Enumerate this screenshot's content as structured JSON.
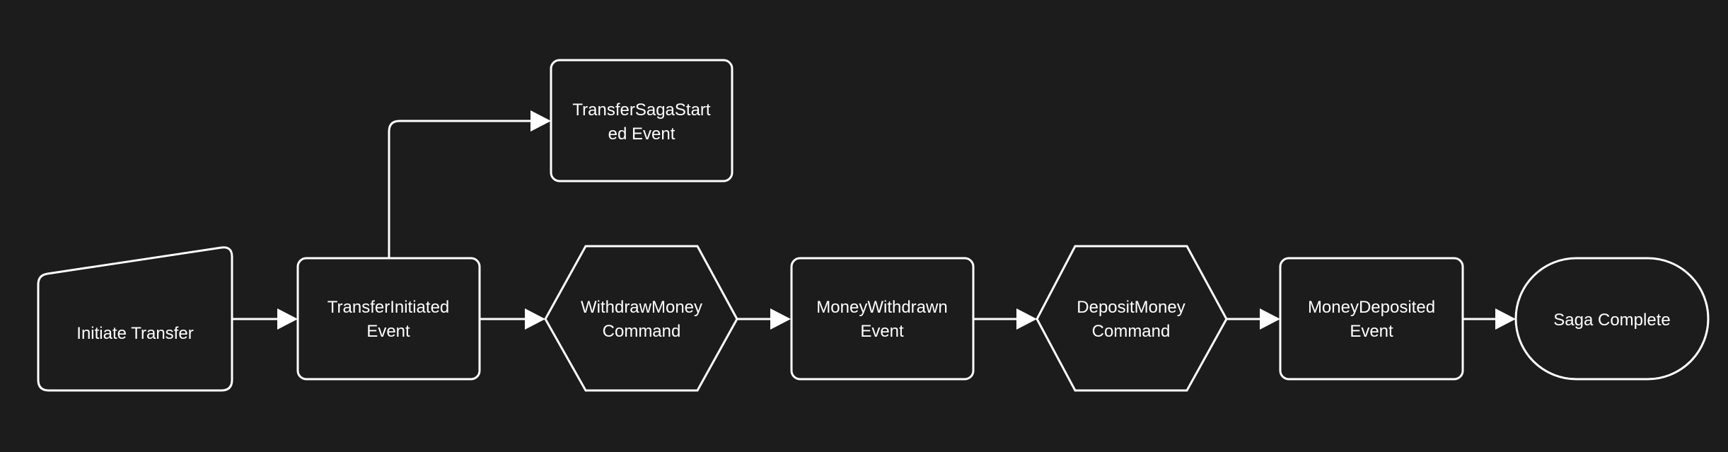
{
  "colors": {
    "background": "#1c1c1c",
    "stroke": "#ffffff",
    "text": "#ffffff"
  },
  "nodes": {
    "initiate_transfer": {
      "shape": "manual-input",
      "lines": [
        "Initiate Transfer"
      ]
    },
    "transfer_initiated": {
      "shape": "rounded-rectangle",
      "lines": [
        "TransferInitiated",
        "Event"
      ]
    },
    "transfer_saga_started": {
      "shape": "rounded-rectangle",
      "lines": [
        "TransferSagaStart",
        "ed Event"
      ]
    },
    "withdraw_money": {
      "shape": "hexagon",
      "lines": [
        "WithdrawMoney",
        "Command"
      ]
    },
    "money_withdrawn": {
      "shape": "rounded-rectangle",
      "lines": [
        "MoneyWithdrawn",
        "Event"
      ]
    },
    "deposit_money": {
      "shape": "hexagon",
      "lines": [
        "DepositMoney",
        "Command"
      ]
    },
    "money_deposited": {
      "shape": "rounded-rectangle",
      "lines": [
        "MoneyDeposited",
        "Event"
      ]
    },
    "saga_complete": {
      "shape": "stadium",
      "lines": [
        "Saga Complete"
      ]
    }
  },
  "edges": [
    {
      "from": "initiate_transfer",
      "to": "transfer_initiated"
    },
    {
      "from": "transfer_initiated",
      "to": "transfer_saga_started"
    },
    {
      "from": "transfer_initiated",
      "to": "withdraw_money"
    },
    {
      "from": "withdraw_money",
      "to": "money_withdrawn"
    },
    {
      "from": "money_withdrawn",
      "to": "deposit_money"
    },
    {
      "from": "deposit_money",
      "to": "money_deposited"
    },
    {
      "from": "money_deposited",
      "to": "saga_complete"
    }
  ]
}
